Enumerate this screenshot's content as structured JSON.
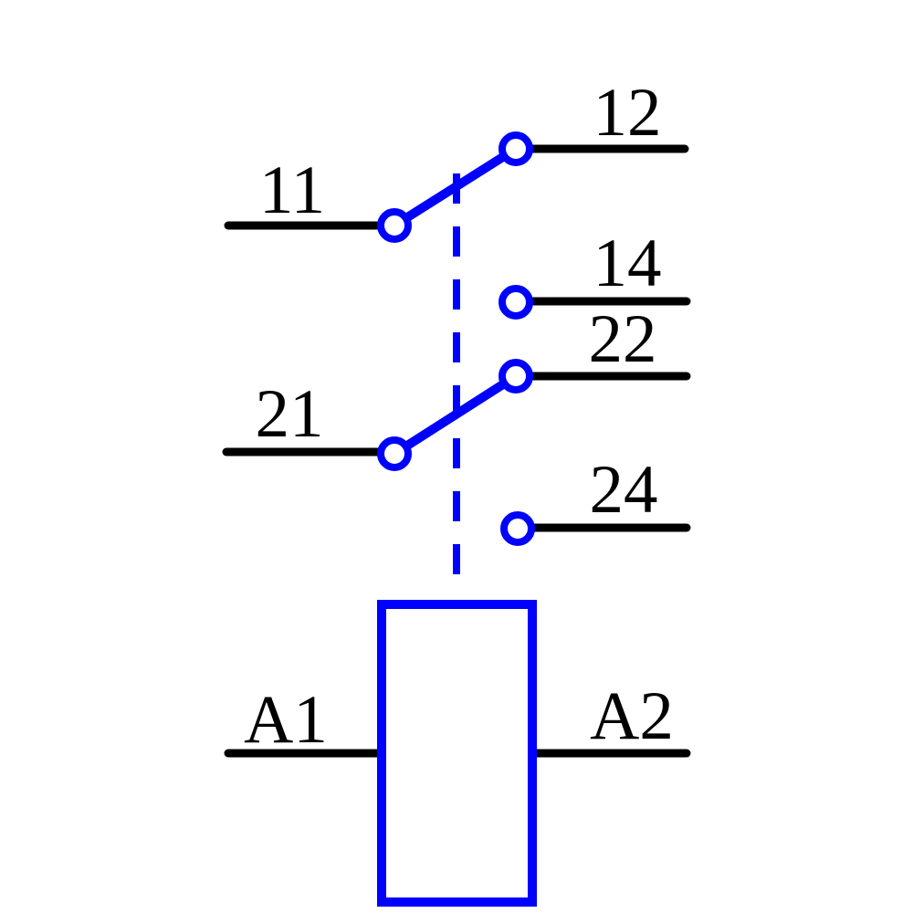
{
  "schematic": {
    "kind": "relay-with-two-changeover-contacts",
    "colors": {
      "contact_blue": "#0000ff",
      "wire_black": "#000000",
      "background": "#ffffff"
    },
    "terminals": [
      {
        "label": "11"
      },
      {
        "label": "12"
      },
      {
        "label": "14"
      },
      {
        "label": "21"
      },
      {
        "label": "22"
      },
      {
        "label": "24"
      },
      {
        "label": "A1"
      },
      {
        "label": "A2"
      }
    ],
    "connections": {
      "pole1_arm": [
        "11",
        "12"
      ],
      "pole2_arm": [
        "21",
        "22"
      ],
      "coil_terminals": [
        "A1",
        "A2"
      ]
    }
  }
}
